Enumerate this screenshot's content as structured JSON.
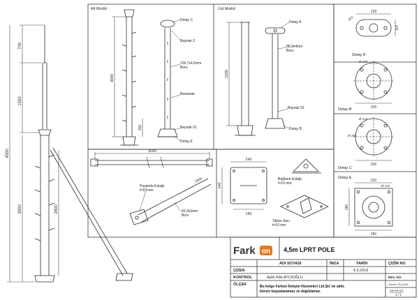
{
  "sections": {
    "lower_module": "Alt Modül",
    "upper_module": "Üst Modül"
  },
  "callouts": {
    "detail_c": "Detay C",
    "weld_2": "Baynak 2",
    "pipe_main": [
      "139,7x4,5mm",
      "Boru"
    ],
    "step": "Basamak",
    "weld_1": "Baynak 01",
    "detail_e": "Detay E",
    "detail_a": "Detay A",
    "pipe_top": [
      "88,9x4mm",
      "Boru"
    ],
    "weld_02": "Baynak 02",
    "detail_b": "Detay B",
    "brace_lug": [
      "Payanda Kulağı",
      "t=10 mm"
    ],
    "brace_pipe": [
      "60,3x3mm",
      "Boru"
    ],
    "bracket_lug": [
      "Bağlantı Kulağı",
      "t=10 mm"
    ],
    "base_plate": [
      "Taban Sacı",
      "t=10 mm"
    ]
  },
  "dims": {
    "d700": "700",
    "d1500": "1500",
    "d4500": "4500",
    "d3000_left": "3000",
    "d2800": "2800",
    "d3000_alt": "3000",
    "d300": "300",
    "d1500_ust": "1500",
    "d3000_h": "3000",
    "d2800_diag": "2800",
    "d240_w": "240",
    "d240_h": "240",
    "d180": "180",
    "dA_229": "229",
    "dA_114": "114",
    "dA_hole": "Ø11",
    "dB_200": "200",
    "dB_hole": "Ø 230",
    "dC_200": "200",
    "dC_a": "Ø 142",
    "dC_b": "Ø 250",
    "dE_220": "220",
    "dE_280w": "280",
    "dE_280h": "280",
    "dE_hole": "Ø 142"
  },
  "details": {
    "A": "Detay A",
    "B": "Detay B",
    "C": "Detay C",
    "E": "Detay E"
  },
  "title_block": {
    "logo_text": "Fark",
    "logo_badge": "on",
    "title": "4,5m LPRT POLE",
    "col_name": "ADI SOYADI",
    "col_sign": "İMZA",
    "col_date": "TARİH",
    "col_drawing_no": "ÇİZİM NO",
    "row_draw": "ÇİZEN",
    "row_check": "KONTROL",
    "row_scale": "ÖLÇEK",
    "drawer_name": "Aylin KALAYCIOĞLU",
    "date": "9.2.2016",
    "rev_label": "REV. NO:",
    "notice_1": "Bu belge Farkon İletişim Hizmetleri Ltd.Şti.'ne aittir.",
    "notice_2": "İzinsiz kopyalanamaz ve dağıtılamaz.",
    "scale_label": "Gerilen ÖLÇÜM",
    "sheet_label": "SAYFA NO",
    "sheet_no": "1 / 1"
  },
  "colors": {
    "line": "#2a2a2a",
    "dim": "#444444",
    "brand_dark": "#333333",
    "brand_accent": "#e07b1f"
  }
}
